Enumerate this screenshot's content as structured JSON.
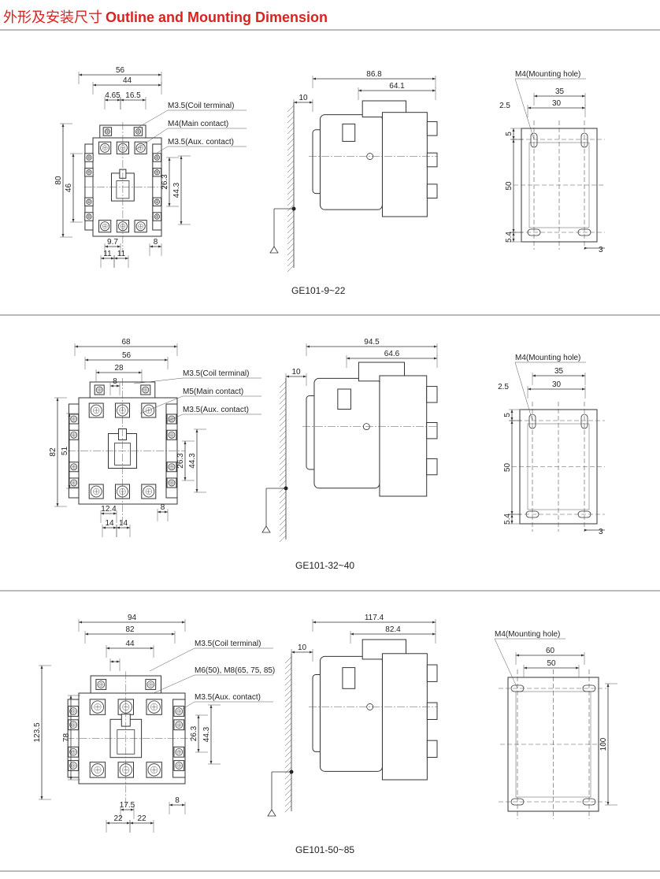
{
  "title": {
    "cn": "外形及安装尺寸",
    "en": "Outline and Mounting Dimension"
  },
  "sections": [
    {
      "model": "GE101-9~22",
      "front": {
        "dims": {
          "overall_width": "56",
          "mount_width": "44",
          "pitch_a": "4.65",
          "pitch_b": "16.5",
          "height": "80",
          "mount_height": "46",
          "aux_a": "26.3",
          "aux_b": "44.3",
          "bottom_a": "9.7",
          "aux_w": "8",
          "pole_left": "11",
          "pole_right": "11"
        },
        "callouts": [
          "M3.5(Coil terminal)",
          "M4(Main contact)",
          "M3.5(Aux. contact)"
        ]
      },
      "side": {
        "depth": "86.8",
        "depth_b": "64.1",
        "clearance": "10"
      },
      "mount": {
        "label": "M4(Mounting hole)",
        "w": "35",
        "w2": "30",
        "offset": "2.5",
        "top": "5",
        "h": "50",
        "bottom": "5.4",
        "right": "3"
      }
    },
    {
      "model": "GE101-32~40",
      "front": {
        "dims": {
          "overall_width": "68",
          "mount_width": "56",
          "pitch_a": "28",
          "pitch_b": "8",
          "height": "82",
          "mount_height": "51",
          "aux_a": "26.3",
          "aux_b": "44.3",
          "bottom_a": "12.4",
          "aux_w": "8",
          "pole_left": "14",
          "pole_right": "14"
        },
        "callouts": [
          "M3.5(Coil terminal)",
          "M5(Main contact)",
          "M3.5(Aux. contact)"
        ]
      },
      "side": {
        "depth": "94.5",
        "depth_b": "64.6",
        "clearance": "10"
      },
      "mount": {
        "label": "M4(Mounting hole)",
        "w": "35",
        "w2": "30",
        "offset": "2.5",
        "top": "5",
        "h": "50",
        "bottom": "5.4",
        "right": "3"
      }
    },
    {
      "model": "GE101-50~85",
      "front": {
        "dims": {
          "overall_width": "94",
          "mount_width": "82",
          "pitch_a": "44",
          "height": "123.5",
          "mount_height": "78",
          "aux_a": "26.3",
          "aux_b": "44.3",
          "bottom_a": "17.5",
          "aux_w": "8",
          "pole_left": "22",
          "pole_right": "22"
        },
        "callouts": [
          "M3.5(Coil terminal)",
          "M6(50), M8(65, 75, 85)",
          "M3.5(Aux. contact)"
        ]
      },
      "side": {
        "depth": "117.4",
        "depth_b": "82.4",
        "clearance": "10"
      },
      "mount": {
        "label": "M4(Mounting hole)",
        "w": "60",
        "w2": "50",
        "h": "100"
      }
    }
  ]
}
